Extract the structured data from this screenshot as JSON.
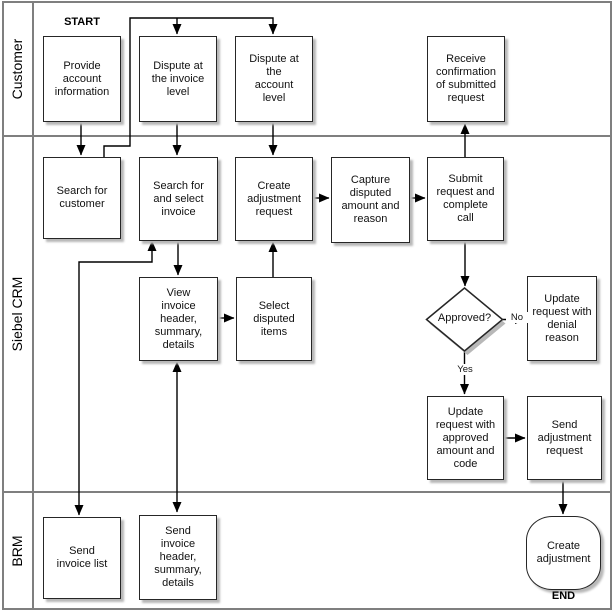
{
  "diagram_type": "swimlane-flowchart",
  "colors": {
    "background": "#ffffff",
    "lane_border": "#7f7f7f",
    "node_border": "#262626",
    "node_fill": "#ffffff",
    "connector": "#000000",
    "shadow": "#b8b8b8"
  },
  "lanes": {
    "customer": {
      "label": "Customer"
    },
    "siebel_crm": {
      "label": "Siebel CRM"
    },
    "brm": {
      "label": "BRM"
    }
  },
  "terminals": {
    "start": {
      "label": "START"
    },
    "end": {
      "label": "END"
    }
  },
  "nodes": {
    "provide_account": {
      "label": "Provide account information",
      "lane": "Customer",
      "shape": "process"
    },
    "dispute_invoice_level": {
      "label": "Dispute at the invoice level",
      "lane": "Customer",
      "shape": "process"
    },
    "dispute_account_level": {
      "label": "Dispute at the account level",
      "lane": "Customer",
      "shape": "process"
    },
    "receive_confirmation": {
      "label": "Receive confirmation of submitted request",
      "lane": "Customer",
      "shape": "process"
    },
    "search_for_customer": {
      "label": "Search for customer",
      "lane": "Siebel CRM",
      "shape": "process"
    },
    "search_select_invoice": {
      "label": "Search for and select invoice",
      "lane": "Siebel CRM",
      "shape": "process"
    },
    "create_adjustment_request": {
      "label": "Create adjustment request",
      "lane": "Siebel CRM",
      "shape": "process"
    },
    "capture_disputed": {
      "label": "Capture disputed amount and reason",
      "lane": "Siebel CRM",
      "shape": "process"
    },
    "submit_request": {
      "label": "Submit request and complete call",
      "lane": "Siebel CRM",
      "shape": "process"
    },
    "view_invoice": {
      "label": "View invoice header, summary, details",
      "lane": "Siebel CRM",
      "shape": "process"
    },
    "select_disputed_items": {
      "label": "Select disputed items",
      "lane": "Siebel CRM",
      "shape": "process"
    },
    "approved": {
      "label": "Approved?",
      "lane": "Siebel CRM",
      "shape": "decision"
    },
    "update_request_denial": {
      "label": "Update request with denial reason",
      "lane": "Siebel CRM",
      "shape": "process"
    },
    "update_request_approved": {
      "label": "Update request with approved amount and code",
      "lane": "Siebel CRM",
      "shape": "process"
    },
    "send_adjustment_request": {
      "label": "Send adjustment request",
      "lane": "Siebel CRM",
      "shape": "process"
    },
    "send_invoice_list": {
      "label": "Send invoice list",
      "lane": "BRM",
      "shape": "process"
    },
    "send_invoice_header": {
      "label": "Send invoice header, summary, details",
      "lane": "BRM",
      "shape": "process"
    },
    "create_adjustment": {
      "label": "Create adjustment",
      "lane": "BRM",
      "shape": "terminator"
    }
  },
  "edge_labels": {
    "yes": "Yes",
    "no": "No"
  },
  "edges": [
    {
      "from": "provide_account",
      "to": "search_for_customer"
    },
    {
      "from": "search_for_customer",
      "to": "dispute_invoice_level"
    },
    {
      "from": "search_for_customer",
      "to": "dispute_account_level"
    },
    {
      "from": "dispute_invoice_level",
      "to": "search_select_invoice"
    },
    {
      "from": "dispute_account_level",
      "to": "create_adjustment_request"
    },
    {
      "from": "search_select_invoice",
      "to": "send_invoice_list",
      "bidirectional": true
    },
    {
      "from": "search_select_invoice",
      "to": "view_invoice"
    },
    {
      "from": "view_invoice",
      "to": "send_invoice_header",
      "bidirectional": true
    },
    {
      "from": "view_invoice",
      "to": "select_disputed_items"
    },
    {
      "from": "select_disputed_items",
      "to": "create_adjustment_request"
    },
    {
      "from": "create_adjustment_request",
      "to": "capture_disputed"
    },
    {
      "from": "capture_disputed",
      "to": "submit_request"
    },
    {
      "from": "submit_request",
      "to": "receive_confirmation"
    },
    {
      "from": "submit_request",
      "to": "approved"
    },
    {
      "from": "approved",
      "to": "update_request_denial",
      "label": "No"
    },
    {
      "from": "approved",
      "to": "update_request_approved",
      "label": "Yes"
    },
    {
      "from": "update_request_approved",
      "to": "send_adjustment_request"
    },
    {
      "from": "send_adjustment_request",
      "to": "create_adjustment"
    }
  ]
}
